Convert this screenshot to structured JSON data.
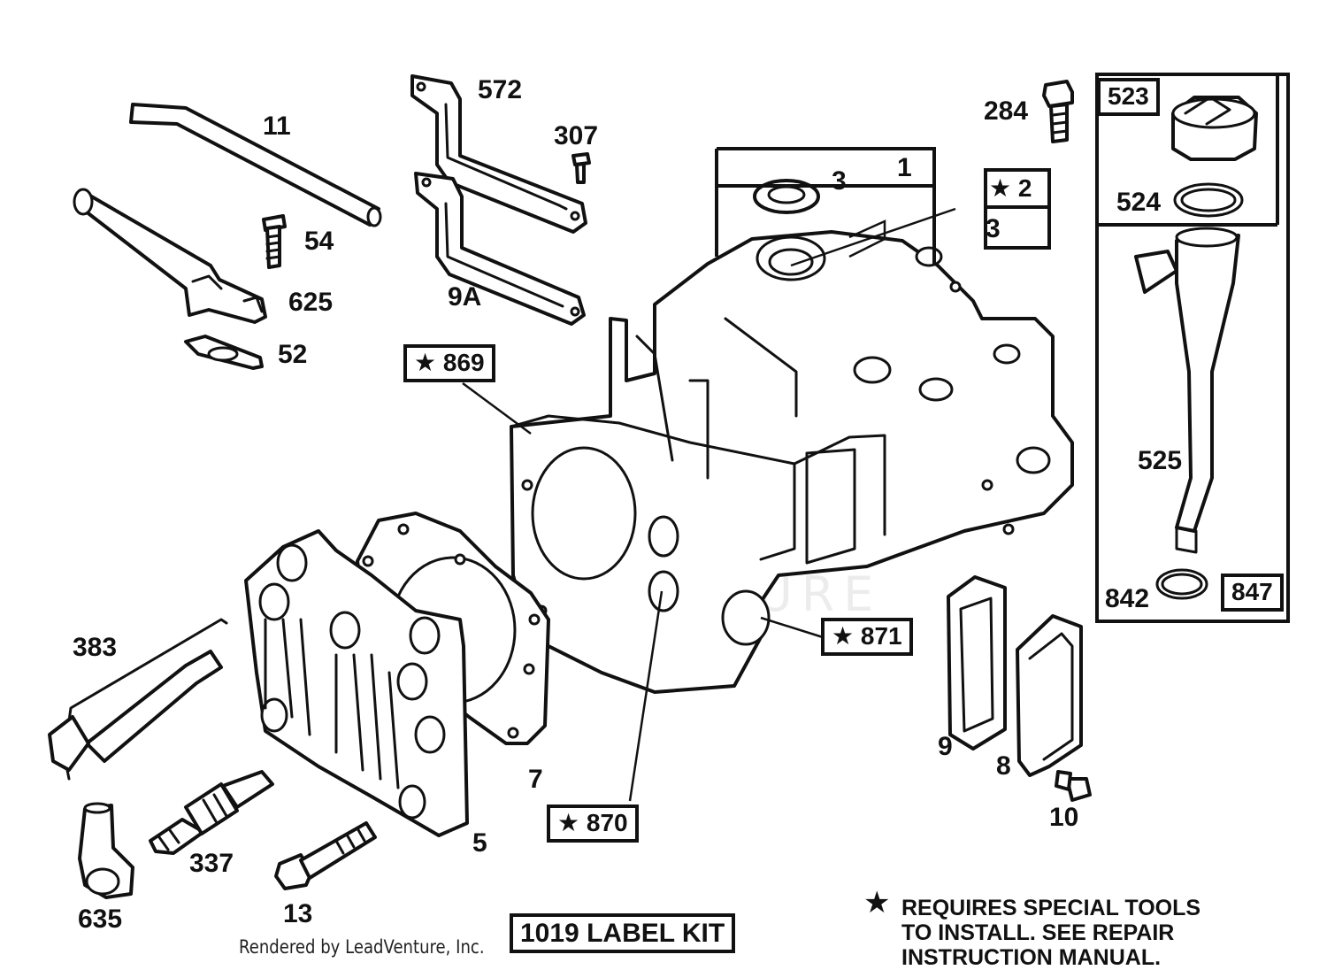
{
  "part_labels": {
    "p11": "11",
    "p54": "54",
    "p625": "625",
    "p52": "52",
    "p572": "572",
    "p307": "307",
    "p9a": "9A",
    "p284": "284",
    "p3a": "3",
    "p3b": "3",
    "p524": "524",
    "p525": "525",
    "p842": "842",
    "p383": "383",
    "p337": "337",
    "p635": "635",
    "p13": "13",
    "p5": "5",
    "p7": "7",
    "p9": "9",
    "p8": "8",
    "p10": "10"
  },
  "boxed_labels": {
    "b1": "1",
    "b2": "2",
    "b523": "523",
    "b847": "847",
    "b869": "869",
    "b870": "870",
    "b871": "871",
    "label_kit": "1019 LABEL KIT"
  },
  "note": {
    "star": "★",
    "line1": "REQUIRES SPECIAL TOOLS",
    "line2": "TO INSTALL.  SEE REPAIR",
    "line3": "INSTRUCTION MANUAL."
  },
  "credit": "Rendered by LeadVenture, Inc.",
  "watermark": "LEADVENTURE"
}
